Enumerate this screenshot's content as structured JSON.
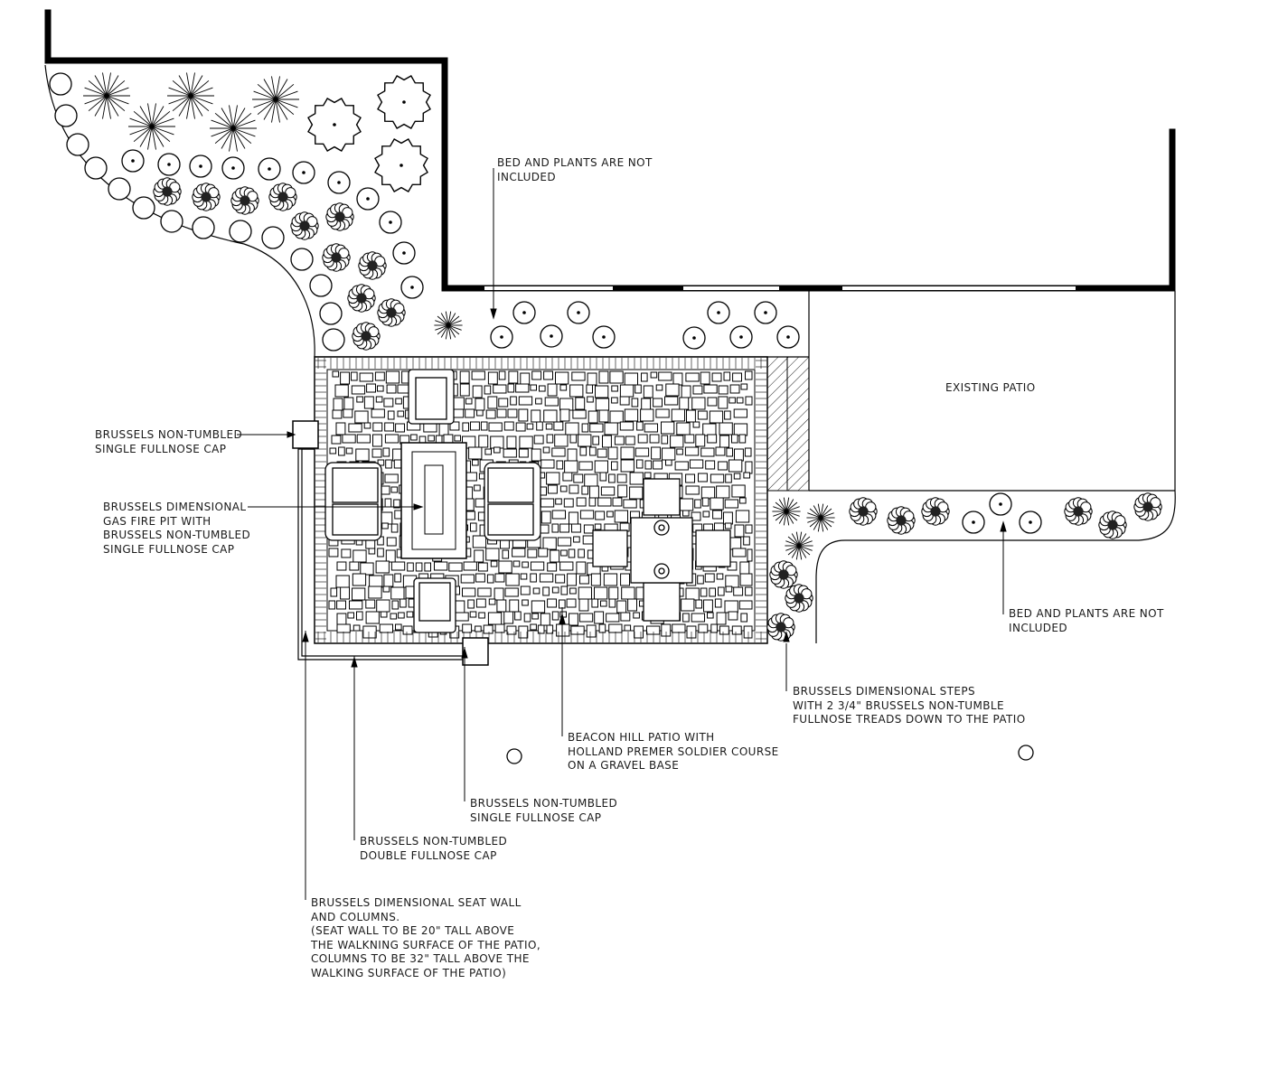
{
  "labels": {
    "bed_top": [
      "BED AND PLANTS ARE NOT",
      "INCLUDED"
    ],
    "existing_patio": [
      "EXISTING PATIO"
    ],
    "cap_top": [
      "BRUSSELS NON-TUMBLED",
      "SINGLE FULLNOSE CAP"
    ],
    "fire_pit": [
      "BRUSSELS DIMENSIONAL",
      "GAS FIRE PIT WITH",
      "BRUSSELS  NON-TUMBLED",
      "SINGLE FULLNOSE CAP"
    ],
    "bed_right": [
      "BED AND PLANTS ARE NOT",
      "INCLUDED"
    ],
    "steps": [
      "BRUSSELS DIMENSIONAL STEPS",
      "WITH 2 3/4\" BRUSSELS NON-TUMBLE",
      "FULLNOSE TREADS DOWN TO THE PATIO"
    ],
    "patio": [
      "BEACON HILL PATIO WITH",
      "HOLLAND PREMER SOLDIER COURSE",
      "ON A GRAVEL BASE"
    ],
    "cap_bottom": [
      "BRUSSELS NON-TUMBLED",
      "SINGLE FULLNOSE CAP"
    ],
    "double_cap": [
      "BRUSSELS NON-TUMBLED",
      "DOUBLE FULLNOSE CAP"
    ],
    "seat_wall": [
      "BRUSSELS DIMENSIONAL SEAT WALL",
      "AND COLUMNS.",
      "(SEAT WALL TO BE 20\" TALL ABOVE",
      "THE WALKNING SURFACE OF THE PATIO,",
      "COLUMNS TO BE 32\" TALL ABOVE THE",
      "WALKING SURFACE OF THE PATIO)"
    ]
  }
}
